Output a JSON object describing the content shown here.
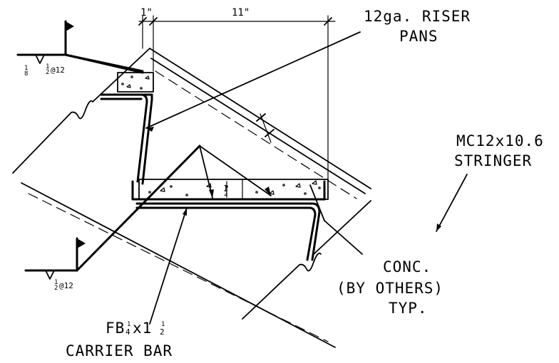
{
  "labels": {
    "riser_pans_line1": "12ga. RISER",
    "riser_pans_line2": "PANS",
    "stringer_line1": "MC12x10.6",
    "stringer_line2": "STRINGER",
    "conc_line1": "CONC.",
    "conc_line2": "(BY OTHERS)",
    "conc_line3": "TYP.",
    "carrier_line1": "FB",
    "carrier_frac_a": "1",
    "carrier_frac_b": "4",
    "carrier_x": "x1",
    "carrier_frac_c": "1",
    "carrier_frac_d": "2",
    "carrier_line2": "CARRIER BAR"
  },
  "dimensions": {
    "nosing": "1\"",
    "tread": "11\"",
    "conc_depth": "1",
    "conc_depth_frac": "2"
  },
  "weld_symbols": {
    "top_size": "1",
    "top_size_sub": "8",
    "top_spec": "1",
    "top_spec_sub": "2",
    "top_pitch": "@12",
    "bottom_spec": "1",
    "bottom_spec_sub": "2",
    "bottom_pitch": "@12"
  }
}
